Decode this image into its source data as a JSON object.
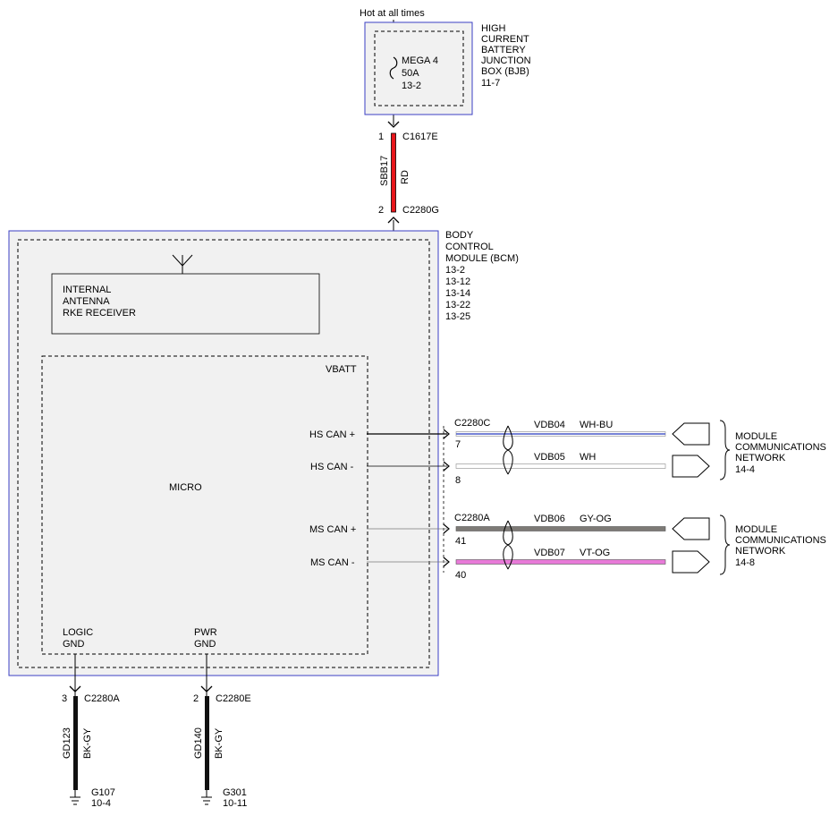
{
  "top_note": "Hot at all times",
  "bjb": {
    "title_lines": [
      "HIGH",
      "CURRENT",
      "BATTERY",
      "JUNCTION",
      "BOX (BJB)",
      "11-7"
    ],
    "fuse_lines": [
      "MEGA 4",
      "50A",
      "13-2"
    ]
  },
  "power_circuit": {
    "pin_top": "1",
    "connector_top": "C1617E",
    "pin_bottom": "2",
    "connector_bottom": "C2280G",
    "circuit": "SBB17",
    "color_code": "RD",
    "wire_color": "#e8161b"
  },
  "bcm": {
    "title_lines": [
      "BODY",
      "CONTROL",
      "MODULE (BCM)",
      "13-2",
      "13-12",
      "13-14",
      "13-22",
      "13-25"
    ],
    "receiver_lines": [
      "INTERNAL",
      "ANTENNA",
      "RKE RECEIVER"
    ],
    "micro_label": "MICRO",
    "vbatt_label": "VBATT",
    "logic_gnd_lines": [
      "LOGIC",
      "GND"
    ],
    "pwr_gnd_lines": [
      "PWR",
      "GND"
    ]
  },
  "can_lines": [
    {
      "label": "HS CAN +",
      "connector": "C2280C",
      "pin": "7",
      "circuit": "VDB04",
      "color_code": "WH-BU",
      "wire_color": "#4a5ac8"
    },
    {
      "label": "HS CAN -",
      "connector": "",
      "pin": "8",
      "circuit": "VDB05",
      "color_code": "WH",
      "wire_color": "#ffffff"
    },
    {
      "label": "MS CAN +",
      "connector": "C2280A",
      "pin": "41",
      "circuit": "VDB06",
      "color_code": "GY-OG",
      "wire_color": "#7d7a76"
    },
    {
      "label": "MS CAN -",
      "connector": "",
      "pin": "40",
      "circuit": "VDB07",
      "color_code": "VT-OG",
      "wire_color": "#e87ad8"
    }
  ],
  "networks": [
    {
      "lines": [
        "MODULE",
        "COMMUNICATIONS",
        "NETWORK",
        "14-4"
      ]
    },
    {
      "lines": [
        "MODULE",
        "COMMUNICATIONS",
        "NETWORK",
        "14-8"
      ]
    }
  ],
  "grounds": [
    {
      "pin": "3",
      "connector": "C2280A",
      "circuit": "GD123",
      "color_code": "BK-GY",
      "ground_id": "G107",
      "page_ref": "10-4"
    },
    {
      "pin": "2",
      "connector": "C2280E",
      "circuit": "GD140",
      "color_code": "BK-GY",
      "ground_id": "G301",
      "page_ref": "10-11"
    }
  ],
  "colors": {
    "module_border": "#3b3fc4",
    "module_fill": "#f1f1f1",
    "ground_wire": "#111111"
  }
}
